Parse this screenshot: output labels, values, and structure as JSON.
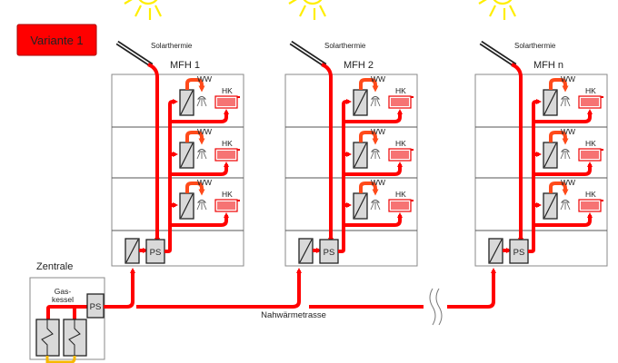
{
  "title_badge": {
    "label": "Variante 1",
    "color": "#ff0000"
  },
  "buildings": [
    {
      "name": "MFH 1",
      "solar_label": "Solarthermie",
      "storage_label": "PS",
      "floors": [
        {
          "ww": "WW",
          "hk": "HK"
        },
        {
          "ww": "WW",
          "hk": "HK"
        },
        {
          "ww": "WW",
          "hk": "HK"
        }
      ]
    },
    {
      "name": "MFH 2",
      "solar_label": "Solarthermie",
      "storage_label": "PS",
      "floors": [
        {
          "ww": "WW",
          "hk": "HK"
        },
        {
          "ww": "WW",
          "hk": "HK"
        },
        {
          "ww": "WW",
          "hk": "HK"
        }
      ]
    },
    {
      "name": "MFH n",
      "solar_label": "Solarthermie",
      "storage_label": "PS",
      "floors": [
        {
          "ww": "WW",
          "hk": "HK"
        },
        {
          "ww": "WW",
          "hk": "HK"
        },
        {
          "ww": "WW",
          "hk": "HK"
        }
      ]
    }
  ],
  "central": {
    "title": "Zentrale",
    "boiler_label_line1": "Gas-",
    "boiler_label_line2": "kessel",
    "storage_label": "PS"
  },
  "network": {
    "label": "Nahwärmetrasse"
  },
  "colors": {
    "heat_pipe": "#ff0000",
    "hot_water_pipe": "#ff4a1a",
    "gas_pipe": "#f6b800",
    "sun": "#ffee00",
    "equipment_fill": "#d9d9d9"
  }
}
